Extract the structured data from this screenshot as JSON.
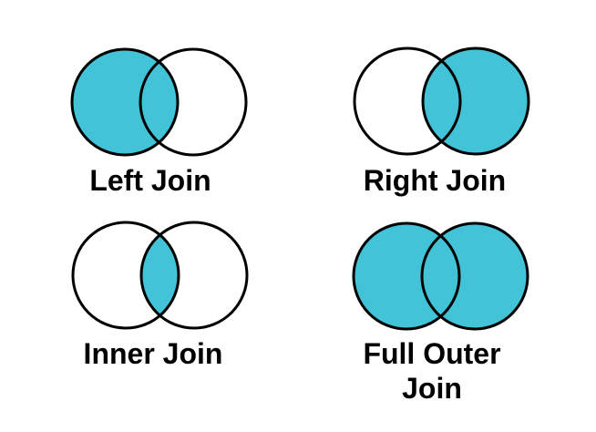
{
  "colors": {
    "accent": "#42C3D8",
    "outline": "#000000",
    "text": "#000000",
    "background": "#FFFFFF"
  },
  "diagrams": [
    {
      "id": "left-join",
      "label": "Left Join",
      "left_fill": "#42C3D8",
      "right_fill": "none",
      "lens_fill": "none"
    },
    {
      "id": "right-join",
      "label": "Right Join",
      "left_fill": "none",
      "right_fill": "#42C3D8",
      "lens_fill": "none"
    },
    {
      "id": "inner-join",
      "label": "Inner Join",
      "left_fill": "none",
      "right_fill": "none",
      "lens_fill": "#42C3D8"
    },
    {
      "id": "full-outer-join",
      "label": "Full Outer Join",
      "label_line1": "Full Outer",
      "label_line2": "Join",
      "left_fill": "#42C3D8",
      "right_fill": "#42C3D8",
      "lens_fill": "none"
    }
  ]
}
